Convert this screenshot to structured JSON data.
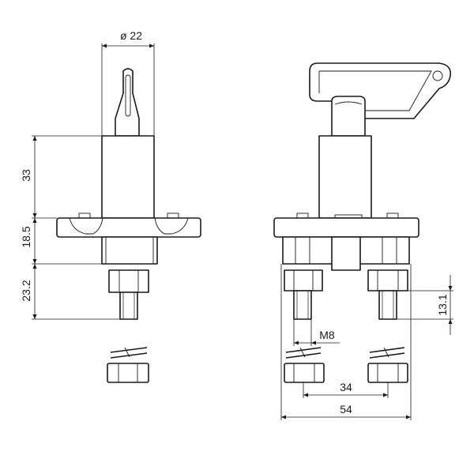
{
  "dimensions": {
    "diameter": "ø 22",
    "height_upper": "33",
    "height_flange": "18.5",
    "height_stud": "23.2",
    "stud_length": "13.1",
    "thread": "M8",
    "stud_spacing": "34",
    "overall_width": "54"
  }
}
